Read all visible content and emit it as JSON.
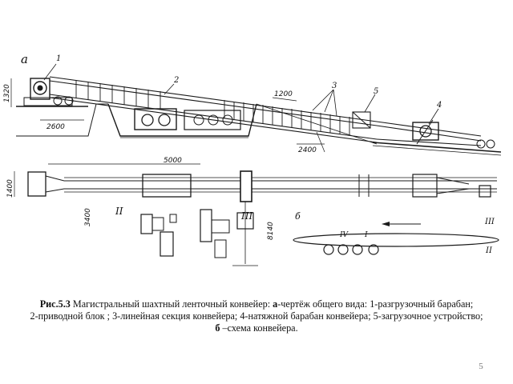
{
  "figure": {
    "label_a": "а",
    "label_b": "б",
    "callouts": [
      "1",
      "2",
      "3",
      "4",
      "5"
    ],
    "dimensions": {
      "height_left": "1320",
      "span_left": "2600",
      "section_len": "1200",
      "span_mid": "2400",
      "section_5000": "5000",
      "width_1400": "1400",
      "drive_3400": "3400",
      "total_8140": "8140"
    },
    "roman": {
      "II": "II",
      "III_top": "III",
      "III_right": "III",
      "IV": "IV",
      "I": "I",
      "II_right": "II"
    }
  },
  "caption": {
    "bold_prefix": "Рис.5.3",
    "line1_text": " Магистральный шахтный ленточный конвейер: ",
    "bold_a": "а",
    "line1_rest": "-чертёж общего вида: 1-разгрузочный барабан;",
    "line2": "2-приводной блок ; 3-линейная секция конвейера; 4-натяжной барабан конвейера; 5-загрузочное устройство;",
    "bold_b": "б",
    "line3_rest": " –схема конвейера."
  },
  "page_number": "5"
}
